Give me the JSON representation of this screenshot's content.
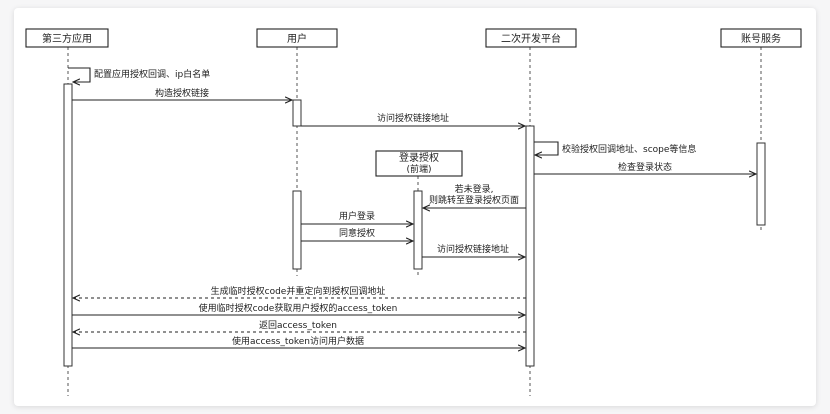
{
  "participants": [
    {
      "id": "app",
      "label": "第三方应用"
    },
    {
      "id": "user",
      "label": "用户"
    },
    {
      "id": "platform",
      "label": "二次开发平台"
    },
    {
      "id": "account",
      "label": "账号服务"
    }
  ],
  "login_box": {
    "line1": "登录授权",
    "line2": "(前端)"
  },
  "messages": {
    "m1": "配置应用授权回调、ip白名单",
    "m2": "构造授权链接",
    "m3": "访问授权链接地址",
    "m4": "校验授权回调地址、scope等信息",
    "m5": "检查登录状态",
    "m6a": "若未登录,",
    "m6b": "则跳转至登录授权页面",
    "m7": "用户登录",
    "m8": "同意授权",
    "m9": "访问授权链接地址",
    "m10": "生成临时授权code并重定向到授权回调地址",
    "m11": "使用临时授权code获取用户授权的access_token",
    "m12": "返回access_token",
    "m13": "使用access_token访问用户数据"
  }
}
